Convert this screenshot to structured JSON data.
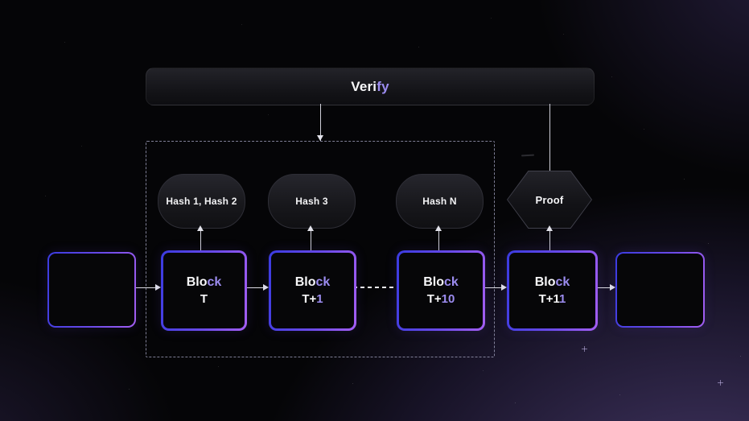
{
  "diagram": {
    "verify_label": "Verify",
    "hashes": [
      {
        "label": "Hash 1, Hash 2"
      },
      {
        "label": "Hash 3"
      },
      {
        "label": "Hash N"
      }
    ],
    "proof": {
      "label": "Proof"
    },
    "blocks": [
      {
        "title": "",
        "tag": ""
      },
      {
        "title": "Block",
        "tag": "T"
      },
      {
        "title": "Block",
        "tag": "T+1"
      },
      {
        "title": "Block",
        "tag": "T+10"
      },
      {
        "title": "Block",
        "tag": "T+11"
      },
      {
        "title": "",
        "tag": ""
      }
    ]
  },
  "colors": {
    "accent_text": "#9c8cf0",
    "block_border_blue": "#3b3be0",
    "block_border_purple": "#a35ef2",
    "dashed_outline": "#9696af",
    "connector": "#e2e2ea",
    "background_glow": "#5d4a8a"
  }
}
